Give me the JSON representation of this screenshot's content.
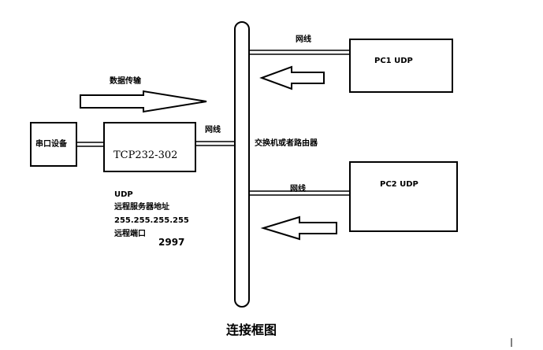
{
  "labels": {
    "data_transfer": "数据传输",
    "serial_device": "串口设备",
    "converter": "TCP232-302",
    "net_cable_left": "网线",
    "net_cable_top": "网线",
    "net_cable_bottom": "网线",
    "switch_router": "交换机或者路由器",
    "pc1": "PC1 UDP",
    "pc2": "PC2 UDP",
    "udp": "UDP",
    "remote_server_addr_label": "远程服务器地址",
    "remote_server_addr": "255.255.255.255",
    "remote_port_label": "远程端口",
    "remote_port": "2997",
    "caption": "连接框图"
  }
}
